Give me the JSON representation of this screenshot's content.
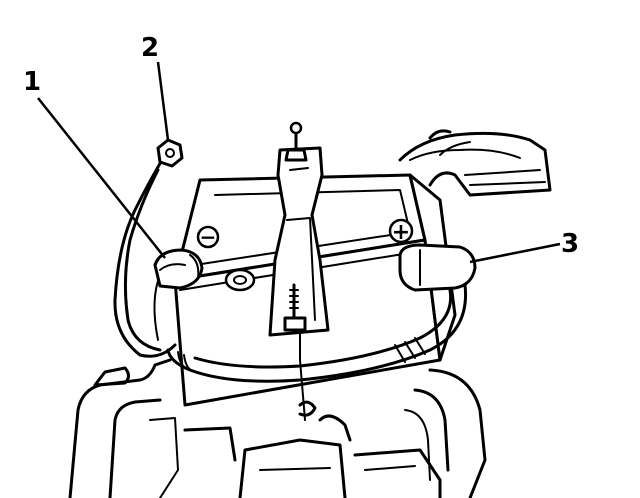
{
  "callouts": [
    {
      "id": "1",
      "label": "1"
    },
    {
      "id": "2",
      "label": "2"
    },
    {
      "id": "3",
      "label": "3"
    }
  ],
  "terminals": {
    "negative_symbol": "−",
    "positive_symbol": "+"
  },
  "colors": {
    "ink": "#000000",
    "paper": "#ffffff"
  }
}
